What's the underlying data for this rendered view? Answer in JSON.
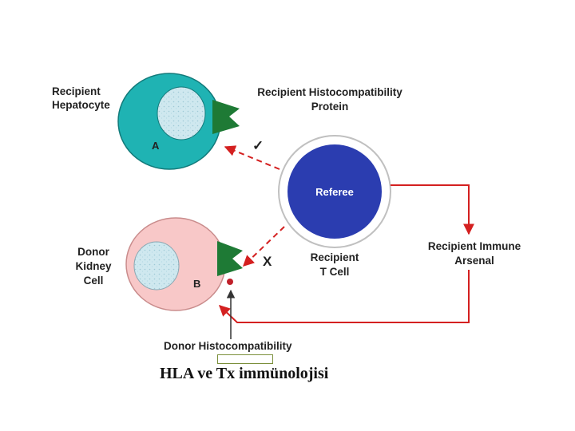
{
  "labels": {
    "recipient_hepatocyte": [
      "Recipient",
      "Hepatocyte"
    ],
    "recipient_histo_protein": [
      "Recipient Histocompatibility",
      "Protein"
    ],
    "referee": "Referee",
    "recipient_t_cell": [
      "Recipient",
      "T Cell"
    ],
    "recipient_immune_arsenal": [
      "Recipient Immune",
      "Arsenal"
    ],
    "donor_kidney_cell": [
      "Donor",
      "Kidney",
      "Cell"
    ],
    "donor_histocompatibility": "Donor Histocompatibility",
    "letter_a": "A",
    "letter_b": "B",
    "mark_x": "X",
    "check_mark": "✓"
  },
  "caption": "HLA ve Tx immünolojisi",
  "colors": {
    "hepatocyte": "#1fb3b3",
    "kidney_cell": "#f8c8c8",
    "nucleus": "#cfe8ef",
    "referee": "#2b3db0",
    "histo_protein": "#1e7a35",
    "arrow_red": "#d42020"
  }
}
